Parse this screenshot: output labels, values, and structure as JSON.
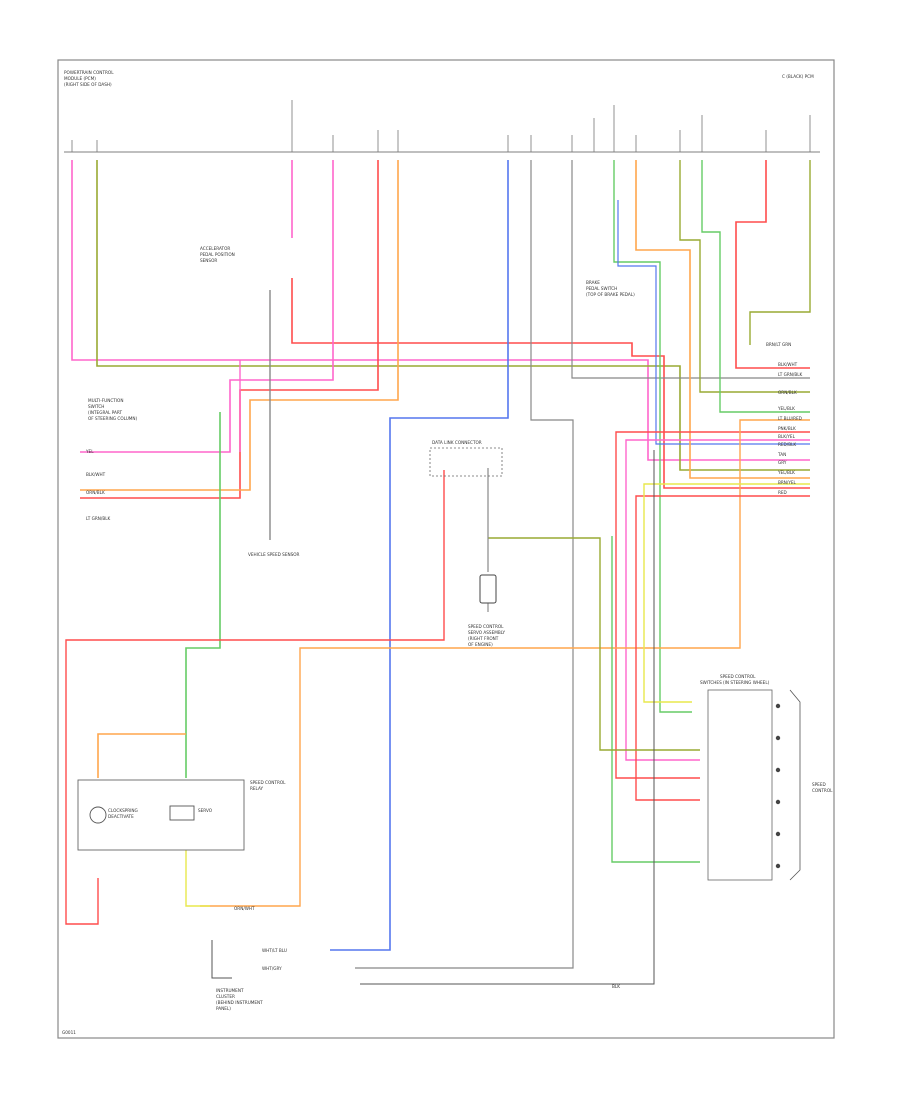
{
  "top_left_caption": [
    "POWERTRAIN CONTROL",
    "MODULE (PCM)",
    "(RIGHT SIDE OF DASH)"
  ],
  "top_right_caption": "C (BLACK) PCM",
  "left_block_labels": [
    "MULTI-FUNCTION",
    "SWITCH",
    "(INTEGRAL PART",
    "OF STEERING COLUMN)"
  ],
  "left_wire_labels": [
    "YEL",
    "BLK/WHT",
    "ORN/BLK",
    "LT GRN/BLK"
  ],
  "center_block_labels": [
    "ACCELERATOR",
    "PEDAL POSITION",
    "SENSOR"
  ],
  "center_sensor_caption": "VEHICLE SPEED SENSOR",
  "right_block_labels": [
    "BRAKE",
    "PEDAL SWITCH",
    "(TOP OF BRAKE PEDAL)"
  ],
  "right_wire_labels": [
    "BRN/LT GRN",
    "BLK/WHT",
    "LT GRN/BLK",
    "ORN/BLK",
    "YEL/BLK",
    "LT BLU/RED",
    "PNK/BLK",
    "BLK/YEL",
    "RED/BLK",
    "TAN",
    "GRY",
    "YEL/BLK",
    "BRN/YEL",
    "RED"
  ],
  "junction_caption": [
    "DATA LINK CONNECTOR"
  ],
  "mid_caption": [
    "SPEED CONTROL",
    "SERVO ASSEMBLY",
    "(RIGHT FRONT",
    "OF ENGINE)"
  ],
  "switch_caption": [
    "SPEED CONTROL",
    "SWITCHES (IN STEERING WHEEL)"
  ],
  "switch_side_caption": [
    "SPEED",
    "CONTROL"
  ],
  "relay_caption": [
    "SPEED CONTROL",
    "RELAY"
  ],
  "relay_inner_labels": [
    "CLOCKSPRING",
    "DEACTIVATE",
    "SERVO"
  ],
  "bottom_left_caption": [
    "INSTRUMENT",
    "CLUSTER",
    "(BEHIND INSTRUMENT",
    "PANEL)"
  ],
  "bottom_wire_labels": [
    "WHT/LT BLU",
    "WHT/GRY",
    "BLK"
  ],
  "bottom_mid_label": "ORN/WHT",
  "footer_id": "G0011",
  "wire_colors": {
    "pink": "#ff66cc",
    "green": "#66cc66",
    "red": "#ff4d4d",
    "orange": "#ffa64d",
    "blue": "#5577ee",
    "yellow": "#e8e84d",
    "olive": "#99aa33",
    "gray": "#888888"
  }
}
